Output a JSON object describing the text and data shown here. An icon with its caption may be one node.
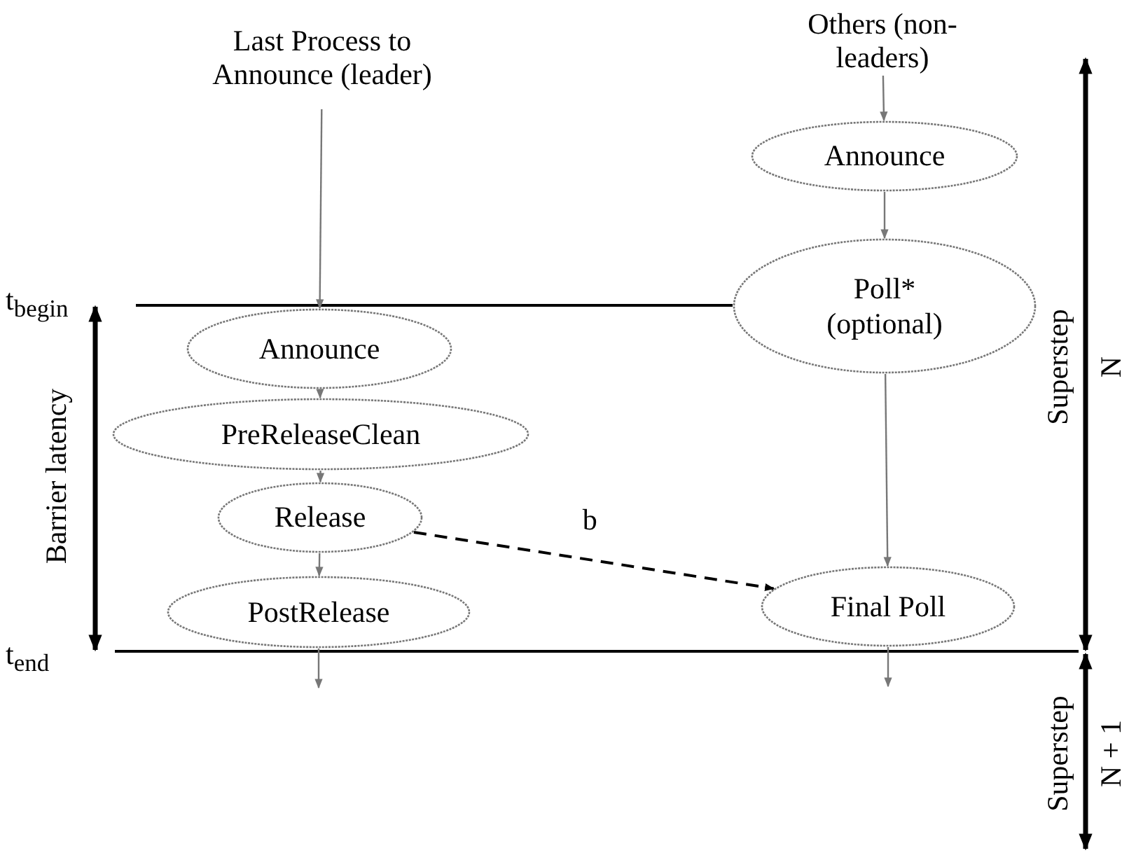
{
  "diagram": {
    "nodes": [
      {
        "text": [
          "Last Process to Announce (leader)"
        ]
      },
      {
        "text": [
          "Others (non-leaders)"
        ]
      },
      {
        "text": [
          "Announce"
        ]
      },
      {
        "text": [
          "PreReleaseClean"
        ]
      },
      {
        "text": [
          "Release"
        ]
      },
      {
        "text": [
          "PostRelease"
        ]
      },
      {
        "text": [
          "Announce"
        ]
      },
      {
        "text": [
          "Poll* (optional)"
        ]
      },
      {
        "text": [
          "Final Poll"
        ]
      }
    ],
    "edges": [
      {
        "from": 0,
        "to": 2,
        "arrow": "to"
      },
      {
        "from": 2,
        "to": 3,
        "arrow": "to"
      },
      {
        "from": 3,
        "to": 4,
        "arrow": "to"
      },
      {
        "from": 4,
        "to": 5,
        "arrow": "to"
      },
      {
        "from": 5,
        "to": null,
        "arrow": "to"
      },
      {
        "from": 1,
        "to": 6,
        "arrow": "to"
      },
      {
        "from": 6,
        "to": 7,
        "arrow": "to"
      },
      {
        "from": 7,
        "to": 8,
        "arrow": "to"
      },
      {
        "from": 8,
        "to": null,
        "arrow": "to"
      },
      {
        "from": 4,
        "to": 8,
        "arrow": "to",
        "label": "b",
        "style": "dashed",
        "color": "#000000"
      }
    ],
    "labels": [
      "t$_{begin}$",
      "Barrier latency",
      "Superstep N",
      "t$_{end}$",
      "Superstep N + 1"
    ]
  }
}
